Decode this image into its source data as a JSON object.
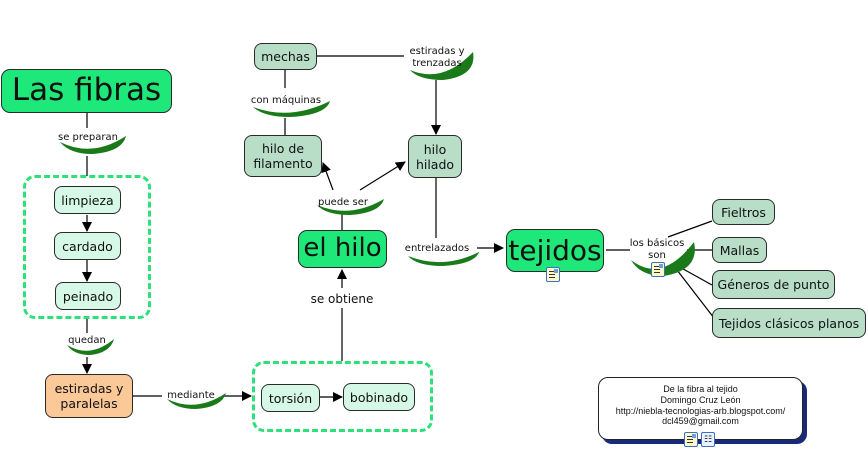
{
  "map": {
    "concepts": {
      "las_fibras": "Las fibras",
      "limpieza": "limpieza",
      "cardado": "cardado",
      "peinado": "peinado",
      "estiradas_paralelas": "estiradas y paralelas",
      "torsion": "torsión",
      "bobinado": "bobinado",
      "el_hilo": "el hilo",
      "hilo_filamento": "hilo de filamento",
      "hilo_hilado": "hilo hilado",
      "mechas": "mechas",
      "tejidos": "tejidos",
      "fieltros": "Fieltros",
      "mallas": "Mallas",
      "generos_punto": "Géneros de punto",
      "tejidos_clasicos": "Tejidos clásicos planos"
    },
    "links": {
      "se_preparan": "se preparan",
      "quedan": "quedan",
      "mediante": "mediante",
      "se_obtiene": "se obtiene",
      "puede_ser": "puede ser",
      "con_maquinas": "con máquinas",
      "estiradas_trenzadas": "estiradas y trenzadas",
      "entrelazados": "entrelazados",
      "los_basicos_son": "los básicos son"
    },
    "colors": {
      "main_concept": "#1fe87a",
      "concept": "#b8dec8",
      "sub_concept": "#d6f8e6",
      "highlight": "#fbc897",
      "group_border": "#2fe07a",
      "swoosh": "#1a7a1a"
    }
  },
  "credits": {
    "title": "De la fibra al tejido",
    "author": "Domingo Cruz León",
    "url": "http://niebla-tecnologias-arb.blogspot.com/",
    "email": "dcl459@gmail.com"
  }
}
